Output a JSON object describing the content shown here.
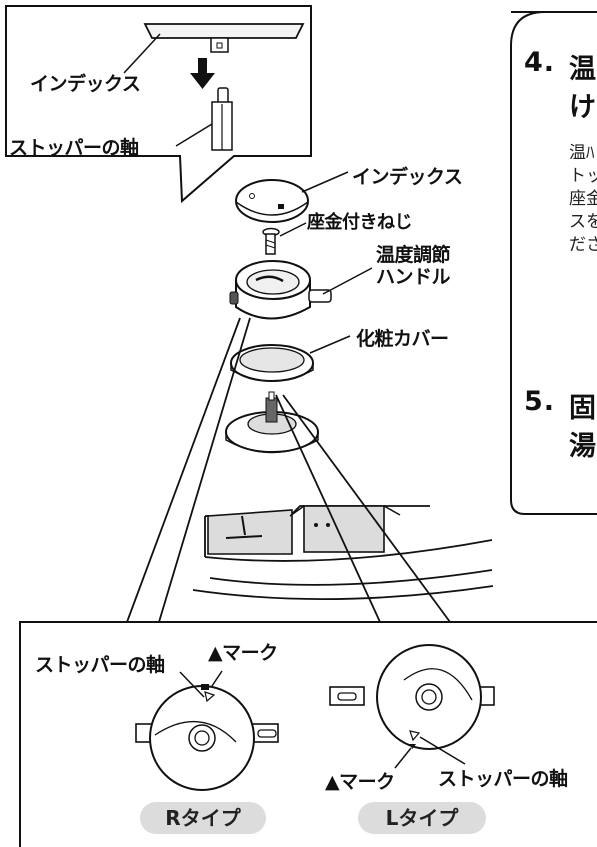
{
  "inset": {
    "index_label": "インデックス",
    "stopper_label": "ストッパーの軸"
  },
  "parts": {
    "index": "インデックス",
    "screw": "座金付きねじ",
    "handle_line1": "温度調節",
    "handle_line2": "ハンドル",
    "cover": "化粧カバー"
  },
  "steps": [
    {
      "number": "4.",
      "title_line1": "温",
      "title_line2": "け",
      "body": [
        "温ﾊ",
        "トッ",
        "座金",
        "スを",
        "ださ"
      ]
    },
    {
      "number": "5.",
      "title_line1": "固",
      "title_line2": "湯"
    }
  ],
  "detail": {
    "r": {
      "stopper_label": "ストッパーの軸",
      "mark_label": "▲マーク",
      "type_label": "Rタイプ"
    },
    "l": {
      "mark_label": "▲マーク",
      "stopper_label": "ストッパーの軸",
      "type_label": "Lタイプ"
    }
  },
  "colors": {
    "line": "#111111",
    "pill": "#dcdcdc",
    "part_fill": "#eeeeee",
    "dark_part": "#555555"
  }
}
